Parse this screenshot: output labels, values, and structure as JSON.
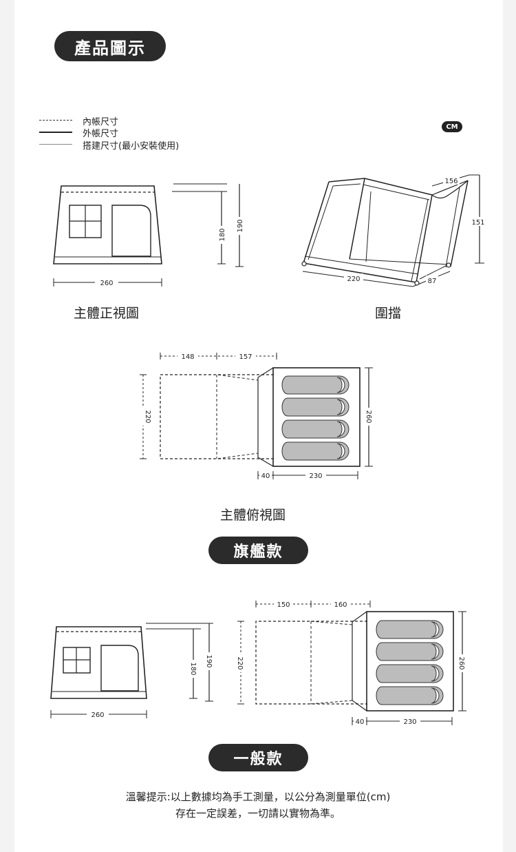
{
  "header": {
    "title": "產品圖示"
  },
  "legend": {
    "items": [
      {
        "label": "內帳尺寸",
        "style": "dashed"
      },
      {
        "label": "外帳尺寸",
        "style": "solid"
      },
      {
        "label": "搭建尺寸(最小安裝使用)",
        "style": "thin"
      }
    ],
    "unit_badge": "CM"
  },
  "flagship": {
    "front": {
      "width": "260",
      "inner_height": "180",
      "outer_height": "190",
      "caption": "主體正視圖"
    },
    "enclosure": {
      "top": "156",
      "height": "151",
      "length": "220",
      "side": "87",
      "caption": "圍擋"
    },
    "top": {
      "inner1": "148",
      "inner2": "157",
      "inner_width": "220",
      "outer_width": "260",
      "vestibule": "40",
      "depth": "230",
      "caption": "主體俯視圖"
    },
    "label": "旗艦款"
  },
  "standard": {
    "front": {
      "width": "260",
      "inner_height": "180",
      "outer_height": "190"
    },
    "top": {
      "inner1": "150",
      "inner2": "160",
      "inner_width": "220",
      "outer_width": "260",
      "vestibule": "40",
      "depth": "230"
    },
    "label": "一般款"
  },
  "note": {
    "line1": "溫馨提示:以上數據均為手工測量，以公分為測量單位(cm)",
    "line2": "存在一定誤差，一切請以實物為準。"
  },
  "colors": {
    "pill": "#2b2b2b",
    "line": "#222222",
    "sleeping_pad": "#b9b9b9"
  }
}
